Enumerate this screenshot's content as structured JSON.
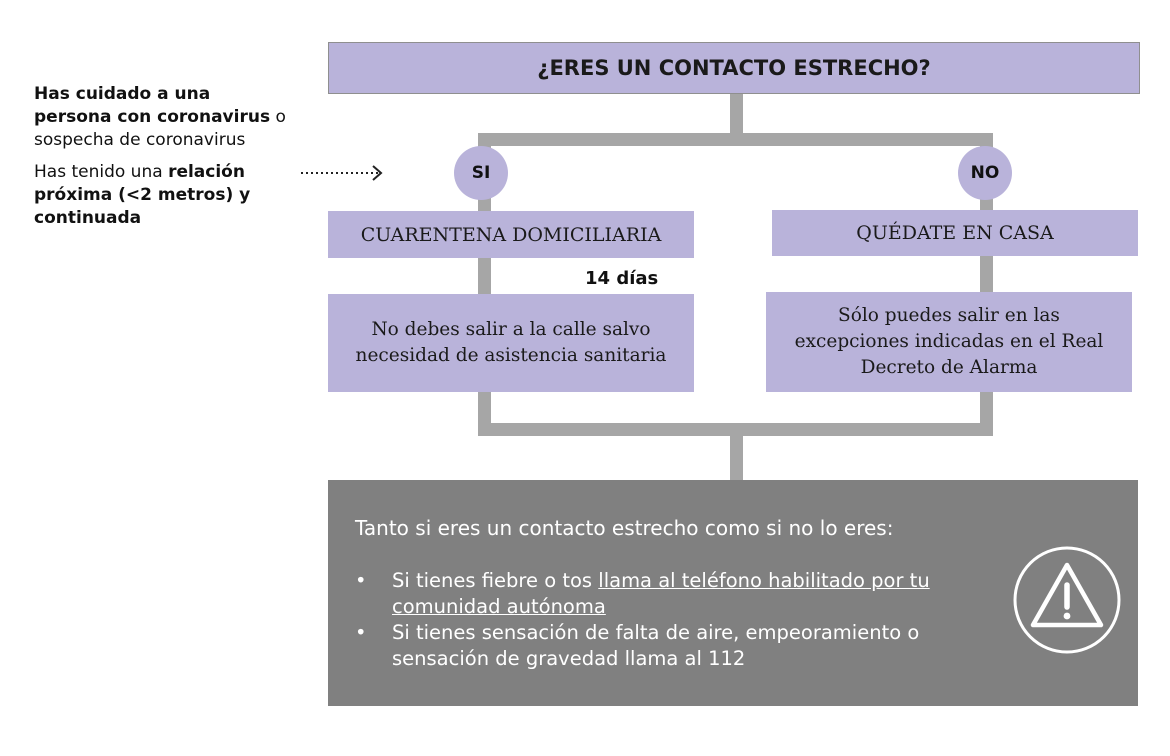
{
  "colors": {
    "box_fill": "#b9b3da",
    "box_fill_top": "#b9b3da",
    "connector": "#a6a6a6",
    "bottom_panel": "#808080",
    "bottom_text": "#ffffff"
  },
  "sidebar": {
    "line1_bold": "Has cuidado a una persona con coronavirus",
    "line1_normal": " o sospecha de coronavirus",
    "line2_normal": "Has tenido una ",
    "line2_bold": "relación próxima (<2 metros) y continuada"
  },
  "top_box": {
    "label": "¿ERES UN CONTACTO ESTRECHO?"
  },
  "branches": {
    "yes": {
      "badge": "SI",
      "action": "CUARENTENA DOMICILIARIA",
      "duration": "14 días",
      "detail": "No debes salir a la calle salvo necesidad de asistencia sanitaria"
    },
    "no": {
      "badge": "NO",
      "action": "QUÉDATE EN CASA",
      "detail": "Sólo puedes salir en las excepciones indicadas en el Real Decreto de Alarma"
    }
  },
  "bottom_panel": {
    "title": "Tanto si eres un contacto estrecho como si no lo eres:",
    "bullet_char": "•",
    "bullet1_prefix": "Si tienes fiebre o tos ",
    "bullet1_link": "llama al teléfono habilitado por tu comunidad autónoma",
    "bullet2": "Si tienes sensación de falta de aire, empeoramiento o sensación de gravedad llama al 112",
    "icon": "warning-triangle-icon"
  }
}
